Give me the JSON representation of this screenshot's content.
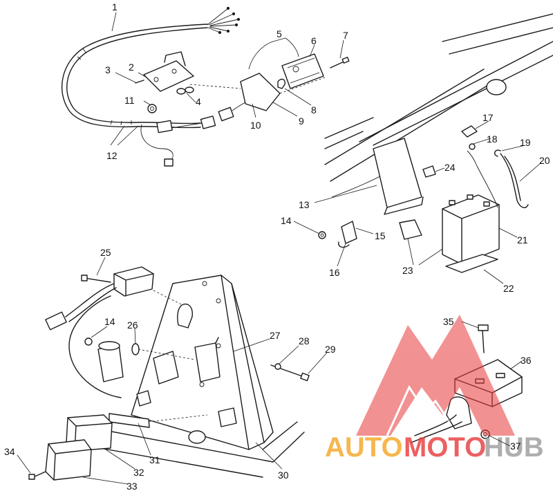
{
  "colors": {
    "line": "#1a1a1a",
    "watermark_red": "#e8393a",
    "watermark_orange": "#f5a623",
    "watermark_gray": "#9a9a9a"
  },
  "callouts": [
    "1",
    "2",
    "3",
    "4",
    "5",
    "6",
    "7",
    "8",
    "9",
    "10",
    "11",
    "12",
    "13",
    "14",
    "15",
    "16",
    "17",
    "18",
    "19",
    "20",
    "21",
    "22",
    "23",
    "24",
    "25",
    "26",
    "27",
    "28",
    "29",
    "30",
    "31",
    "32",
    "33",
    "34",
    "35",
    "36",
    "37"
  ],
  "watermark": {
    "brand_part1": "AUTO",
    "brand_part2": "MOTO",
    "brand_part3": "HUB"
  }
}
